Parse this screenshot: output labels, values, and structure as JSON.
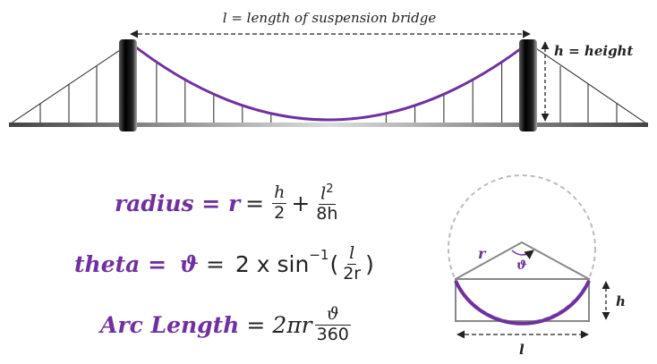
{
  "bridge": {
    "length_label": "l = length of suspension bridge",
    "height_label": "h = height"
  },
  "formulas": {
    "radius": {
      "name": "radius = r",
      "equals": "=",
      "h_num": "h",
      "h_den": "2",
      "plus": "+",
      "l_num": "l",
      "l_sup": "2",
      "l_den": "8h"
    },
    "theta": {
      "name": "theta = ",
      "symbol": "ϑ",
      "equals": "=",
      "prefix": "2 x sin",
      "inverse": "−1",
      "open": "(",
      "num": "l",
      "den": "2r",
      "close": ")"
    },
    "arc": {
      "name": "Arc Length",
      "equals": "=",
      "expr": "2πr",
      "num": "ϑ",
      "den": "360"
    }
  },
  "circle_diagram": {
    "radius_label": "r",
    "angle_label": "ϑ",
    "height_label": "h",
    "length_label": "l"
  },
  "colors": {
    "accent": "#7030a0",
    "ink": "#222222",
    "dashed": "#bbbbbb",
    "gray_line": "#888888",
    "tower": "#1a1a1a"
  }
}
